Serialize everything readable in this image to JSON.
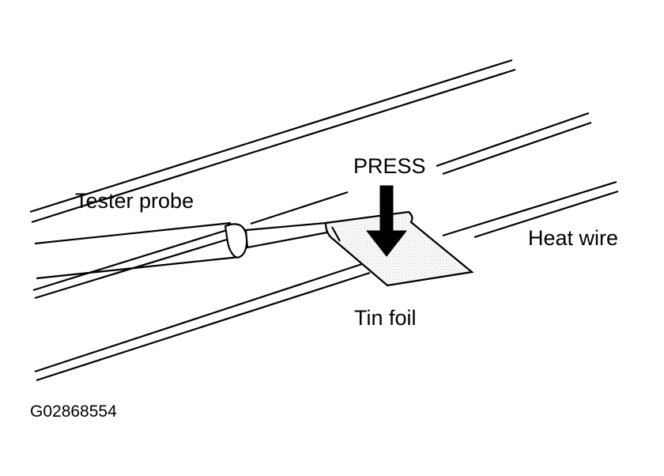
{
  "labels": {
    "press": "PRESS",
    "tester_probe": "Tester probe",
    "heat_wire": "Heat wire",
    "tin_foil": "Tin foil",
    "figure_code": "G02868554"
  },
  "colors": {
    "line": "#000000",
    "background": "#ffffff"
  }
}
